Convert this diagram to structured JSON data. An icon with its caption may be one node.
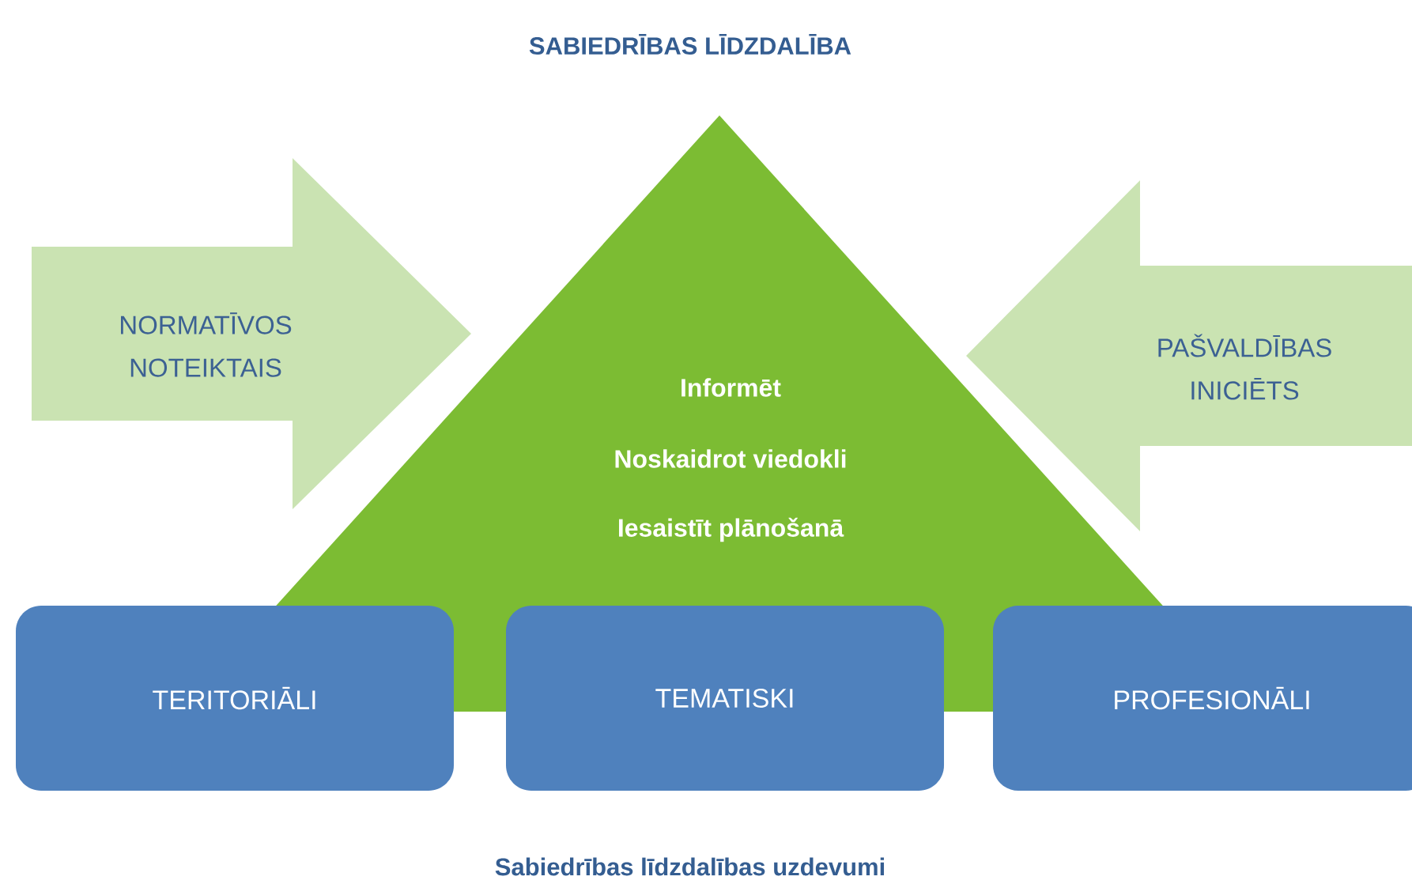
{
  "diagram": {
    "title": "SABIEDRĪBAS LĪDZDALĪBA",
    "caption": "Sabiedrības līdzdalības uzdevumi",
    "nodes": [
      {
        "text": [
          "NORMATĪVOS NOTEIKTAIS"
        ]
      },
      {
        "text": [
          "Informēt",
          "Noskaidrot viedokli",
          "Iesaistīt plānošanā"
        ]
      },
      {
        "text": [
          "PAŠVALDĪBAS INICIĒTS"
        ]
      },
      {
        "text": [
          "TERITORIĀLI"
        ]
      },
      {
        "text": [
          "TEMATISKI"
        ]
      },
      {
        "text": [
          "PROFESIONĀLI"
        ]
      }
    ]
  }
}
